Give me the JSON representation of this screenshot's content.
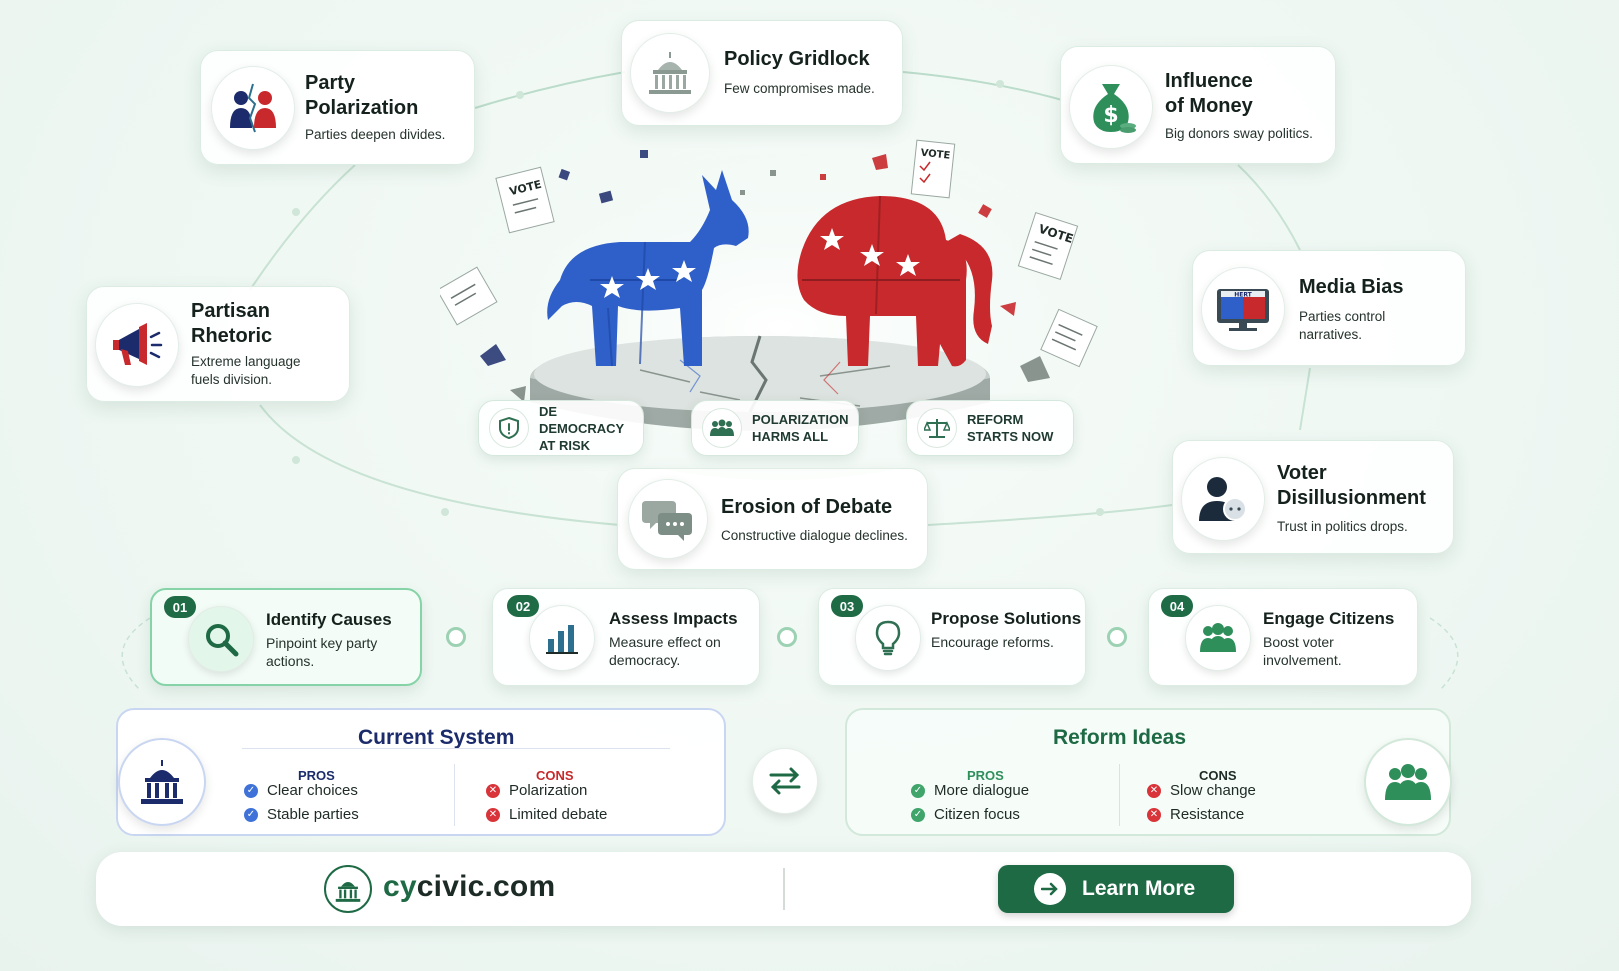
{
  "topics": {
    "party_polarization": {
      "title_line1": "Party",
      "title_line2": "Polarization",
      "desc": "Parties deepen divides.",
      "icon": "divided-people-icon"
    },
    "policy_gridlock": {
      "title": "Policy Gridlock",
      "desc": "Few compromises made.",
      "icon": "capitol-icon"
    },
    "influence_of_money": {
      "title_line1": "Influence",
      "title_line2": "of Money",
      "desc": "Big donors sway politics.",
      "icon": "money-bag-icon"
    },
    "partisan_rhetoric": {
      "title_line1": "Partisan",
      "title_line2": "Rhetoric",
      "desc_line1": "Extreme language",
      "desc_line2": "fuels division.",
      "icon": "megaphone-icon"
    },
    "media_bias": {
      "title": "Media Bias",
      "desc_line1": "Parties control",
      "desc_line2": "narratives.",
      "icon": "monitor-icon",
      "screen_text": "HERT"
    },
    "voter_disillusionment": {
      "title_line1": "Voter",
      "title_line2": "Disillusionment",
      "desc": "Trust in politics drops.",
      "icon": "sad-voter-icon"
    },
    "erosion_of_debate": {
      "title": "Erosion of Debate",
      "desc": "Constructive dialogue declines.",
      "icon": "speech-bubbles-icon"
    }
  },
  "illustration": {
    "ballot_text": "VOTE",
    "badges": [
      {
        "line1": "DE DEMOCRACY",
        "line2": "AT RISK",
        "icon": "shield-icon"
      },
      {
        "line1": "POLARIZATION",
        "line2": "HARMS ALL",
        "icon": "people-group-icon"
      },
      {
        "line1": "REFORM",
        "line2": "STARTS NOW",
        "icon": "scales-icon"
      }
    ]
  },
  "steps": [
    {
      "num": "01",
      "title": "Identify Causes",
      "desc": "Pinpoint key party actions.",
      "icon": "magnifier-icon"
    },
    {
      "num": "02",
      "title": "Assess Impacts",
      "desc": "Measure effect on democracy.",
      "icon": "bar-chart-icon"
    },
    {
      "num": "03",
      "title": "Propose Solutions",
      "desc": "Encourage reforms.",
      "icon": "lightbulb-icon"
    },
    {
      "num": "04",
      "title": "Engage Citizens",
      "desc": "Boost voter involvement.",
      "icon": "people-icon"
    }
  ],
  "current_system": {
    "title": "Current System",
    "pros_label": "PROS",
    "cons_label": "CONS",
    "pros": [
      "Clear choices",
      "Stable parties"
    ],
    "cons": [
      "Polarization",
      "Limited debate"
    ],
    "icon": "capitol-icon"
  },
  "reform_ideas": {
    "title": "Reform Ideas",
    "pros_label": "PROS",
    "cons_label": "CONS",
    "pros": [
      "More dialogue",
      "Citizen focus"
    ],
    "cons": [
      "Slow change",
      "Resistance"
    ],
    "icon": "people-icon"
  },
  "swap_icon": "swap-arrows-icon",
  "footer": {
    "brand_prefix": "cy",
    "brand_rest": "civic.com",
    "button": "Learn More",
    "button_icon": "arrow-right-icon",
    "logo_icon": "capitol-icon"
  },
  "colors": {
    "brand_green": "#1e6a45",
    "accent_green": "#2f8f5b",
    "democrat_blue": "#2f5fc8",
    "republican_red": "#c8292c",
    "navy": "#1b2b6b",
    "con_red": "#d8343a"
  }
}
